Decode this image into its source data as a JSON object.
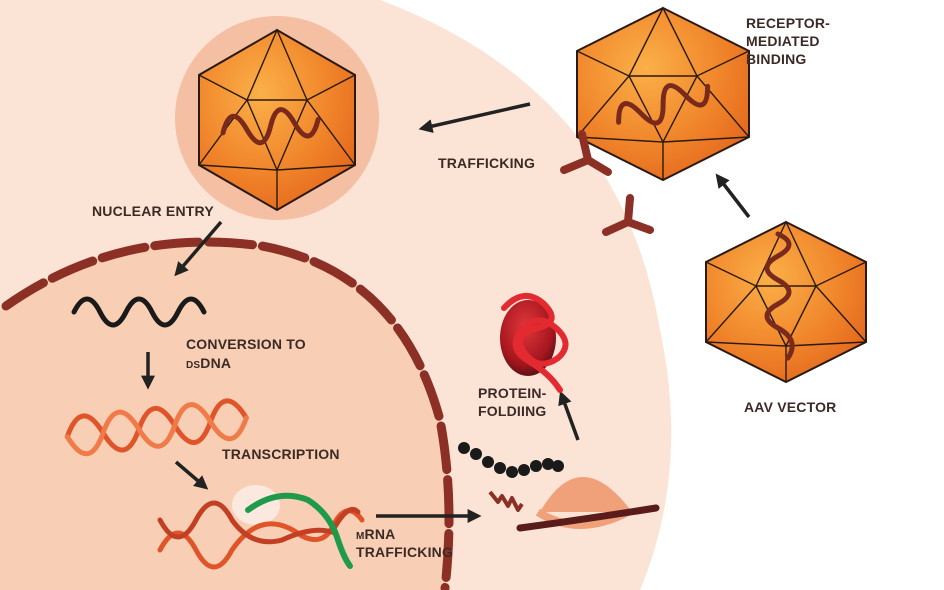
{
  "labels": {
    "receptor_binding": [
      "RECEPTOR-",
      "MEDIATED",
      "BINDING"
    ],
    "trafficking": "TRAFFICKING",
    "nuclear_entry": "NUCLEAR ENTRY",
    "conversion_line1": "CONVERSION TO",
    "conversion_prefix": "DS",
    "conversion_suffix": "DNA",
    "transcription": "TRANSCRIPTION",
    "mrna_prefix": "M",
    "mrna_suffix": "RNA",
    "mrna_line2": "TRAFFICKING",
    "protein_folding": [
      "PROTEIN-",
      "FOLDIING"
    ],
    "aav_vector": "AAV VECTOR"
  },
  "colors": {
    "cell": "#fbe3d6",
    "nucleus": "#f8cfb4",
    "endosome": "#f4bfa2",
    "membrane": "#8c2f24",
    "capsid": "#ee7a22",
    "capsid_light": "#f8a13a",
    "dna_strand": "#e0542a",
    "mrna": "#1f9a4a",
    "protein": "#c81e28",
    "ribosome": "#f1a179",
    "arrow": "#222222"
  }
}
